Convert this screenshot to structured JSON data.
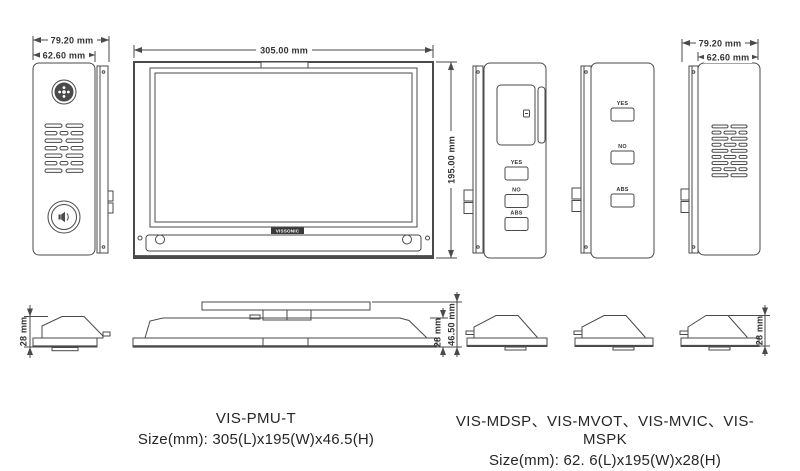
{
  "page": {
    "background": "#ffffff",
    "line_color": "#4a4a4a"
  },
  "top_row": {
    "intercom": {
      "dim_total_width": "79.20 mm",
      "dim_body_width": "62.60 mm"
    },
    "monitor": {
      "dim_width": "305.00 mm",
      "dim_height": "195.00 mm",
      "brand": "VISSONIC"
    },
    "voting_display_unit": {
      "buttons": [
        "YES",
        "NO",
        "ABS"
      ]
    },
    "voting_unit": {
      "buttons": [
        "YES",
        "NO",
        "ABS"
      ]
    },
    "speaker": {
      "dim_total_width": "79.20 mm",
      "dim_body_width": "62.60 mm"
    }
  },
  "profile_row": {
    "intercom_profile": {
      "dim_height": "28 mm"
    },
    "monitor_profile": {
      "dim_base_height": "28 mm",
      "dim_total_height": "46.50 mm"
    },
    "speaker_profile": {
      "dim_height": "28 mm"
    }
  },
  "captions": {
    "pmu": {
      "model": "VIS-PMU-T",
      "size": "Size(mm): 305(L)x195(W)x46.5(H)"
    },
    "modules": {
      "models": "VIS-MDSP、VIS-MVOT、VIS-MVIC、VIS-MSPK",
      "size": "Size(mm): 62. 6(L)x195(W)x28(H)"
    }
  }
}
